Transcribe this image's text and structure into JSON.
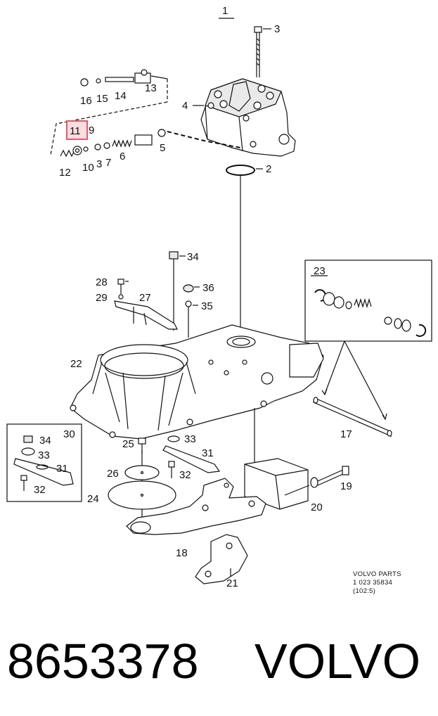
{
  "diagram": {
    "group_label": "1",
    "highlighted_part": "11",
    "highlight_color": "#e35a6a",
    "callouts": [
      "3",
      "4",
      "2",
      "13",
      "14",
      "15",
      "16",
      "9",
      "5",
      "6",
      "7",
      "3",
      "10",
      "12",
      "34",
      "36",
      "35",
      "28",
      "29",
      "27",
      "23",
      "17",
      "22",
      "30",
      "25",
      "33",
      "31",
      "26",
      "32",
      "24",
      "34",
      "33",
      "31",
      "32",
      "19",
      "20",
      "18",
      "21"
    ],
    "stamp": {
      "line1": "VOLVO PARTS",
      "line2": "1 023 35834",
      "line3": "(102:5)"
    }
  },
  "caption": {
    "part_number": "8653378",
    "brand": "VOLVO"
  }
}
